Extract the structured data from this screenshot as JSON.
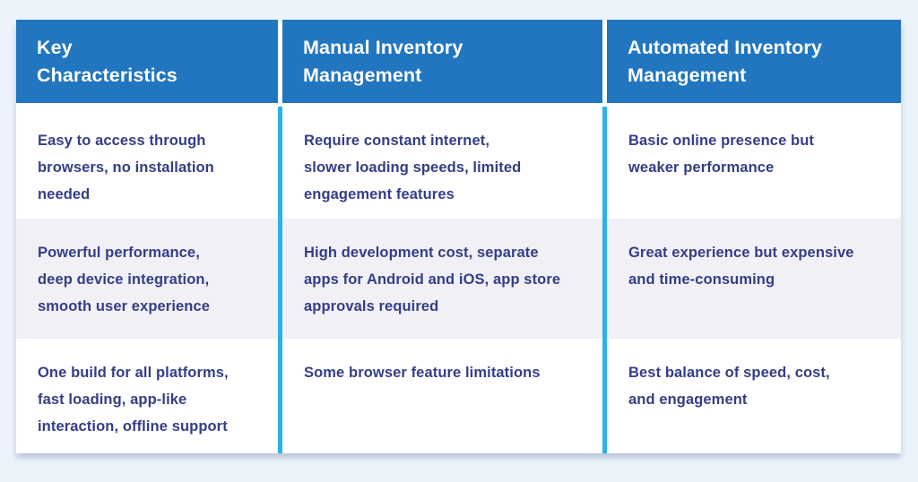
{
  "chart_data": {
    "type": "table",
    "columns": [
      "Key Characteristics",
      "Manual Inventory Management",
      "Automated Inventory Management"
    ],
    "rows": [
      [
        "Easy to access through browsers, no installation needed",
        "Require constant internet, slower loading speeds, limited engagement features",
        "Basic online presence but weaker performance"
      ],
      [
        "Powerful performance, deep device integration, smooth user experience",
        "High development cost, separate apps for Android and iOS, app store approvals required",
        "Great experience but expensive and time-consuming"
      ],
      [
        "One build for all platforms, fast loading, app-like interaction, offline support",
        "Some browser feature limitations",
        "Best balance of speed, cost, and engagement"
      ]
    ]
  },
  "table": {
    "headers": [
      "Key\nCharacteristics",
      "Manual Inventory\nManagement",
      "Automated Inventory\nManagement"
    ],
    "rows": [
      [
        "Easy to access through\nbrowsers, no installation\nneeded",
        "Require constant internet,\nslower loading speeds, limited\nengagement features",
        "Basic online presence but\nweaker performance"
      ],
      [
        "Powerful performance,\ndeep device integration,\nsmooth user experience",
        "High development cost, separate\napps for Android and iOS, app store\napprovals required",
        "Great experience but expensive\nand time-consuming"
      ],
      [
        "One build for all platforms,\nfast loading, app-like\ninteraction, offline support",
        "Some browser feature limitations",
        "Best balance of speed, cost,\nand engagement"
      ]
    ]
  },
  "colors": {
    "page_bg": "#ecf4fb",
    "header_bg": "#2176bf",
    "header_text": "#ffffff",
    "divider": "#29b4e9",
    "body_text": "#333e87",
    "cell_bg": "#ffffff",
    "alt_row_bg": "#f0f0f6"
  }
}
